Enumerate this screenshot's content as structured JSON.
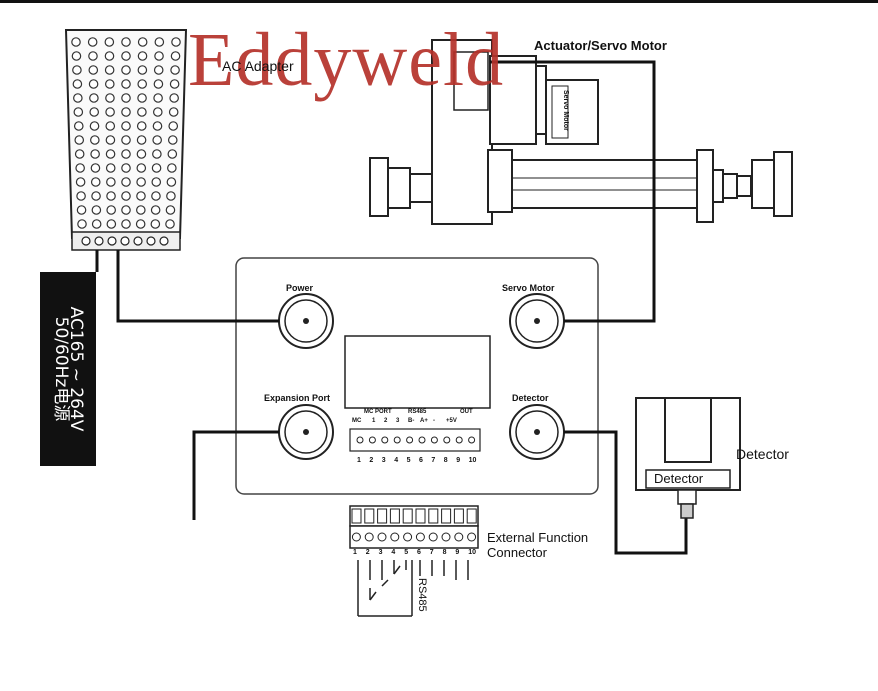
{
  "watermark": "Eddyweld",
  "labels": {
    "ac_adapter": "AC Adapter",
    "actuator": "Actuator/Servo Motor",
    "servo_motor_side": "Servo Motor",
    "power": "Power",
    "servo_motor": "Servo Motor",
    "expansion_port": "Expansion Port",
    "detector_port": "Detector",
    "detector": "Detector",
    "detector_box": "Detector",
    "external_connector": "External Function\nConnector",
    "ac_input": "AC165 ~ 264V\n50/60Hz电源",
    "rs485_wire": "RS485"
  },
  "terminal_header": {
    "mc": "MC",
    "mc_port": "MC PORT",
    "rs485": "RS485",
    "out": "OUT",
    "sub": [
      "1",
      "2",
      "3",
      "B-",
      "A+",
      "-",
      "+5V"
    ]
  },
  "terminal_numbers": [
    "1",
    "2",
    "3",
    "4",
    "5",
    "6",
    "7",
    "8",
    "9",
    "10"
  ],
  "connector_numbers": [
    "1",
    "2",
    "3",
    "4",
    "5",
    "6",
    "7",
    "8",
    "9",
    "10"
  ],
  "colors": {
    "line": "#111111",
    "watermark": "#b5312a",
    "panel_border": "#444444"
  }
}
